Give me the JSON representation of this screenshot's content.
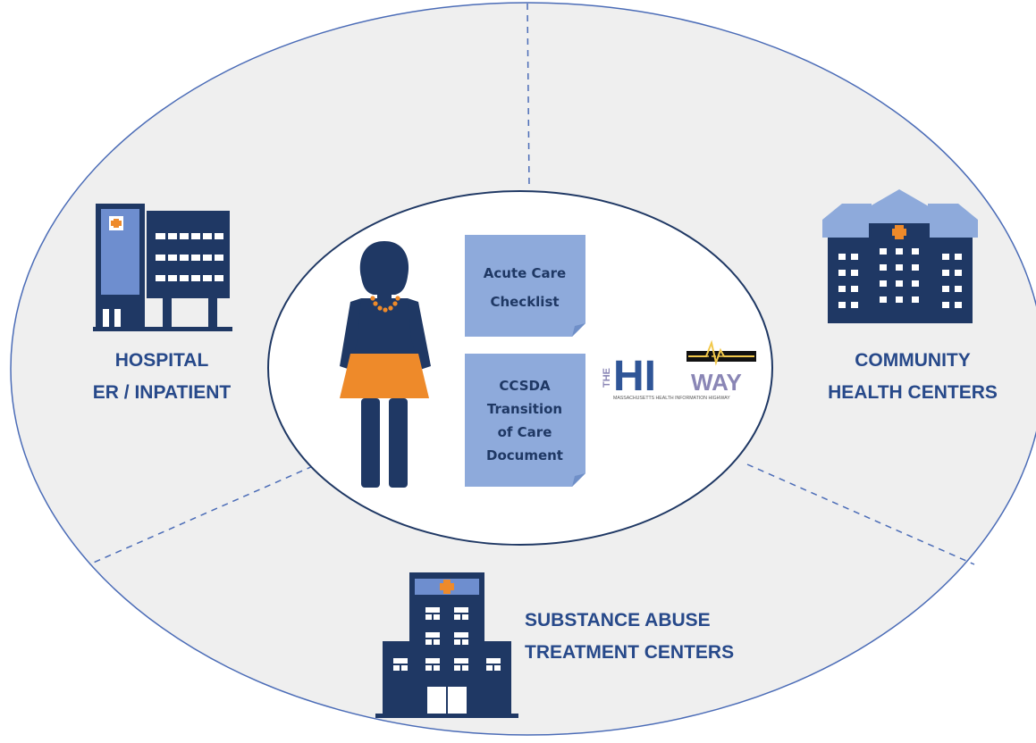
{
  "sectors": {
    "hospital": {
      "line1": "HOSPITAL",
      "line2": "ER / INPATIENT"
    },
    "community": {
      "line1": "COMMUNITY",
      "line2": "HEALTH CENTERS"
    },
    "substance": {
      "line1": "SUBSTANCE ABUSE",
      "line2": "TREATMENT CENTERS"
    }
  },
  "documents": {
    "acute": {
      "line1": "Acute Care",
      "line2": "Checklist"
    },
    "ccsda": {
      "line1": "CCSDA",
      "line2": "Transition",
      "line3": "of Care",
      "line4": "Document"
    }
  },
  "logo": {
    "the": "THE",
    "hi": "HI",
    "way": "WAY",
    "subtitle": "MASSACHUSETTS HEALTH INFORMATION HIGHWAY"
  },
  "colors": {
    "navy": "#1f3864",
    "label": "#27498a",
    "ring": "#efefef",
    "doc": "#8eaadb",
    "orange": "#ee8a2a",
    "logo_blue": "#2f5597",
    "logo_purple": "#8a86b5"
  }
}
